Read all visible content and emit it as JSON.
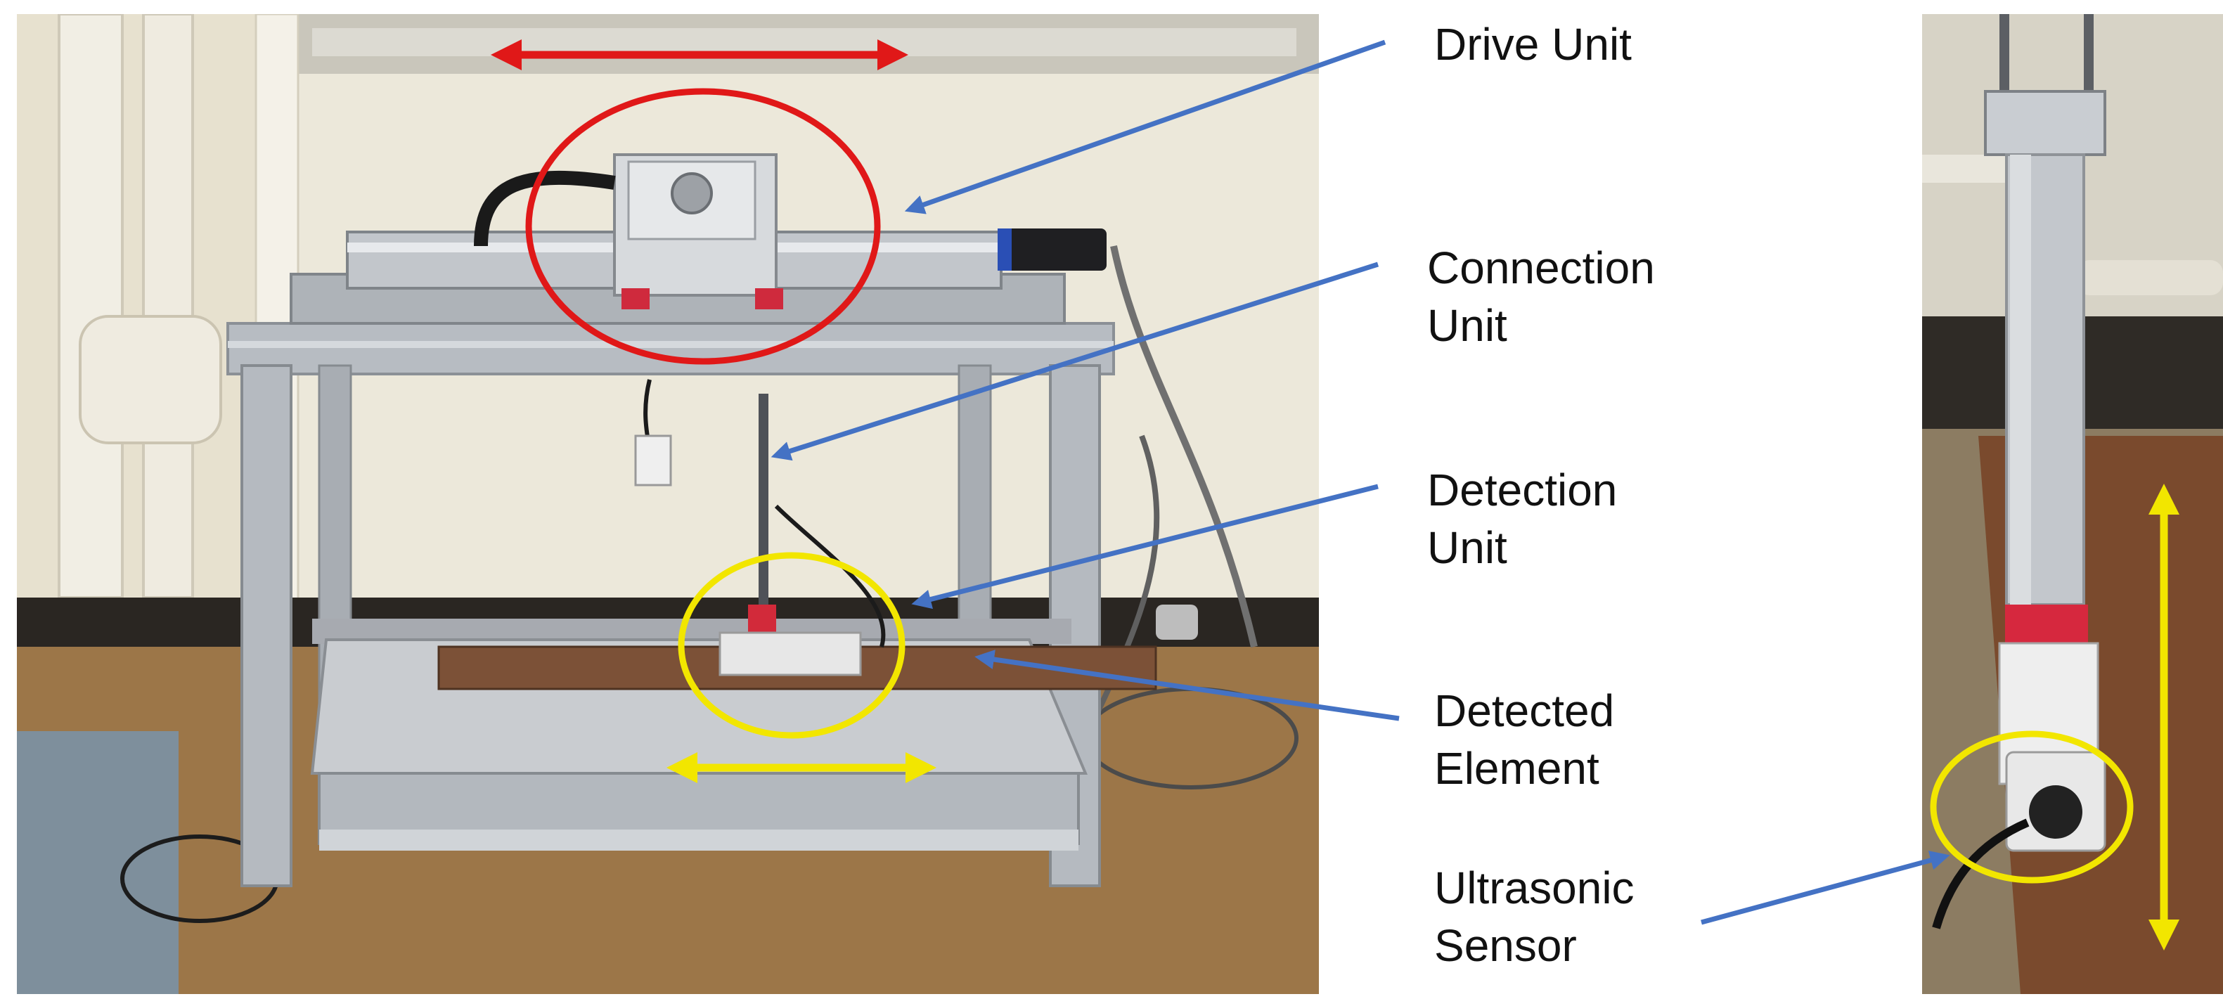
{
  "labels": {
    "drive_unit": "Drive Unit",
    "connection_unit": "Connection\nUnit",
    "detection_unit": "Detection\nUnit",
    "detected_element": "Detected\nElement",
    "ultrasonic_sensor": "Ultrasonic\nSensor"
  },
  "colors": {
    "callout_line": "#4472c4",
    "drive_highlight": "#e01818",
    "detection_highlight": "#f2e600"
  }
}
